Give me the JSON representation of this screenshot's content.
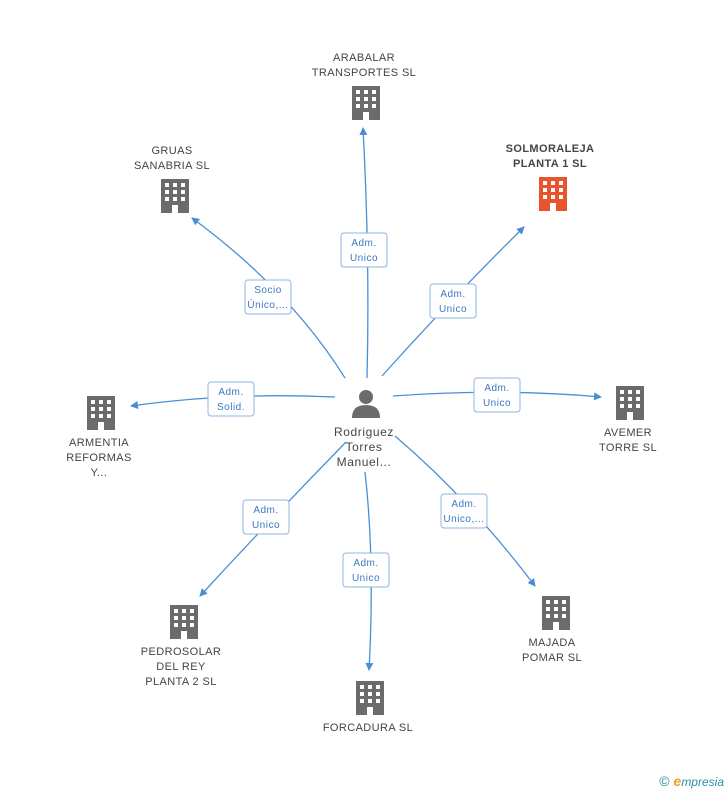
{
  "colors": {
    "edge": "#4a8fd6",
    "node": "#6b6b6b",
    "highlight": "#e8542c",
    "text": "#444444",
    "label_text": "#3c78c0",
    "label_border": "#8db4e2"
  },
  "center": {
    "icon": "person-icon",
    "lines": [
      "Rodriguez",
      "Torres",
      "Manuel..."
    ]
  },
  "nodes": [
    {
      "id": "arabalar",
      "lines": [
        "ARABALAR",
        "TRANSPORTES SL"
      ],
      "icon": "building-icon",
      "highlight": false,
      "relation": [
        "Adm.",
        "Unico"
      ]
    },
    {
      "id": "solmoraleja",
      "lines": [
        "SOLMORALEJA",
        "PLANTA 1 SL"
      ],
      "icon": "building-icon",
      "highlight": true,
      "relation": [
        "Adm.",
        "Unico"
      ]
    },
    {
      "id": "gruas",
      "lines": [
        "GRUAS",
        "SANABRIA SL"
      ],
      "icon": "building-icon",
      "highlight": false,
      "relation": [
        "Socio",
        "Único,..."
      ]
    },
    {
      "id": "armentia",
      "lines": [
        "ARMENTIA",
        "REFORMAS",
        "Y..."
      ],
      "icon": "building-icon",
      "highlight": false,
      "relation": [
        "Adm.",
        "Solid."
      ]
    },
    {
      "id": "avemer",
      "lines": [
        "AVEMER",
        "TORRE SL"
      ],
      "icon": "building-icon",
      "highlight": false,
      "relation": [
        "Adm.",
        "Unico"
      ]
    },
    {
      "id": "pedrosolar",
      "lines": [
        "PEDROSOLAR",
        "DEL REY",
        "PLANTA 2 SL"
      ],
      "icon": "building-icon",
      "highlight": false,
      "relation": [
        "Adm.",
        "Unico"
      ]
    },
    {
      "id": "forcadura",
      "lines": [
        "FORCADURA SL"
      ],
      "icon": "building-icon",
      "highlight": false,
      "relation": [
        "Adm.",
        "Unico"
      ]
    },
    {
      "id": "majada",
      "lines": [
        "MAJADA",
        "POMAR SL"
      ],
      "icon": "building-icon",
      "highlight": false,
      "relation": [
        "Adm.",
        "Unico,..."
      ]
    }
  ],
  "footer": {
    "copyright": "©",
    "brand_initial": "e",
    "brand_rest": "mpresia"
  }
}
